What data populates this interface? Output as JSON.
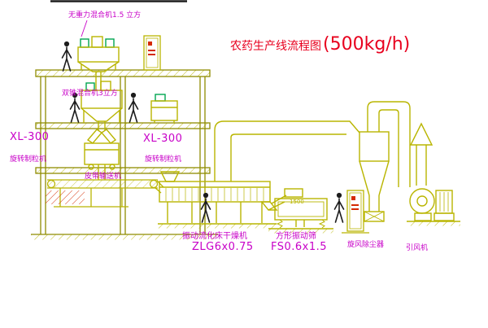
{
  "drawing": {
    "title": "农药生产线流程图",
    "capacity": "(500kg/h)"
  },
  "equipment_labels": {
    "zero_gravity_mixer": "无重力混合机1.5 立方",
    "double_cone_mixer": "双锥混合机3立方",
    "granulator_left_model": "XL-300",
    "granulator_left_name": "旋转制粒机",
    "granulator_right_model": "XL-300",
    "granulator_right_name": "旋转制粒机",
    "belt_conveyor": "皮带输送机",
    "fluid_bed_dryer_name": "振动流化床干燥机",
    "fluid_bed_dryer_model": "ZLG6x0.75",
    "vibrating_screen_name": "方形振动筛",
    "vibrating_screen_model": "FS0.6x1.5",
    "cyclone_dust_collector": "旋风除尘器",
    "induced_draft_fan": "引风机"
  },
  "annotations": {
    "screen_feed_dimension": "1500"
  },
  "colors": {
    "background": "#ffffff",
    "line_yellow": "#b9b500",
    "line_olive": "#8f8c00",
    "accent_green": "#00a551",
    "label_magenta": "#c800c8",
    "title_red": "#e8001e",
    "figure_black": "#1c1c1c",
    "hatch_red": "#d42a00"
  }
}
